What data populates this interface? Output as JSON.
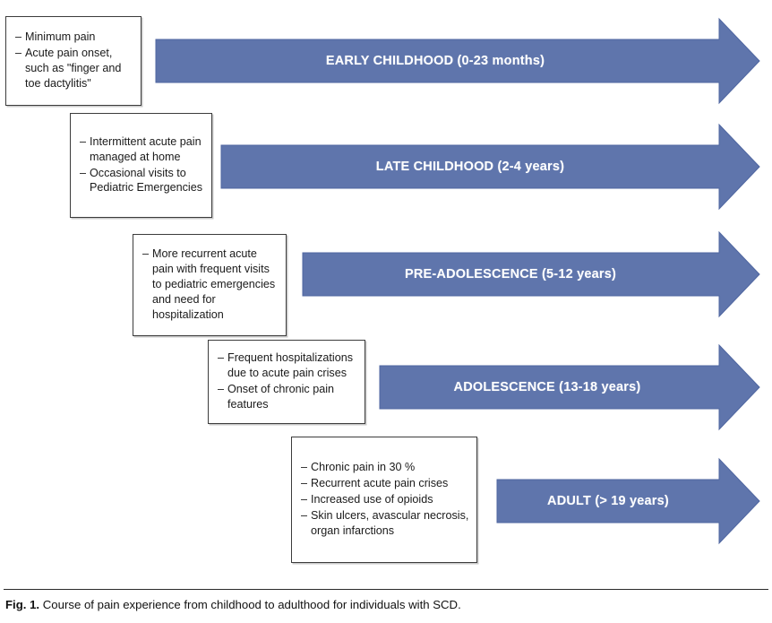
{
  "figure": {
    "caption_label": "Fig. 1.",
    "caption_text": "Course of pain experience from childhood to adulthood for individuals with SCD.",
    "arrow_color": "#5f75ac",
    "arrow_edge_color": "#4f66a0",
    "label_color": "#ffffff",
    "box_border_color": "#3c3c3c",
    "box_fill_color": "#ffffff"
  },
  "stages": [
    {
      "id": "early-childhood",
      "arrow_label": "EARLY CHILDHOOD (0-23 months)",
      "bullets": [
        "Minimum pain",
        "Acute pain onset, such as \"finger and toe dactylitis\""
      ]
    },
    {
      "id": "late-childhood",
      "arrow_label": "LATE CHILDHOOD (2-4 years)",
      "bullets": [
        "Intermittent acute pain managed at home",
        "Occasional visits to Pediatric Emergencies"
      ]
    },
    {
      "id": "pre-adolescence",
      "arrow_label": "PRE-ADOLESCENCE (5-12 years)",
      "bullets": [
        "More recurrent acute pain with frequent visits to pediatric emergencies and need for hospitalization"
      ]
    },
    {
      "id": "adolescence",
      "arrow_label": "ADOLESCENCE (13-18 years)",
      "bullets": [
        "Frequent hospitalizations due to acute pain crises",
        "Onset of chronic pain features"
      ]
    },
    {
      "id": "adult",
      "arrow_label": "ADULT (> 19 years)",
      "bullets": [
        "Chronic pain in 30 %",
        "Recurrent acute pain crises",
        "Increased use of opioids",
        "Skin ulcers, avascular necrosis, organ infarctions"
      ]
    }
  ],
  "chart_data": {
    "type": "diagram",
    "title": "Course of pain experience from childhood to adulthood for individuals with SCD.",
    "categories": [
      "EARLY CHILDHOOD (0-23 months)",
      "LATE CHILDHOOD (2-4 years)",
      "PRE-ADOLESCENCE (5-12 years)",
      "ADOLESCENCE (13-18 years)",
      "ADULT (> 19 years)"
    ]
  }
}
